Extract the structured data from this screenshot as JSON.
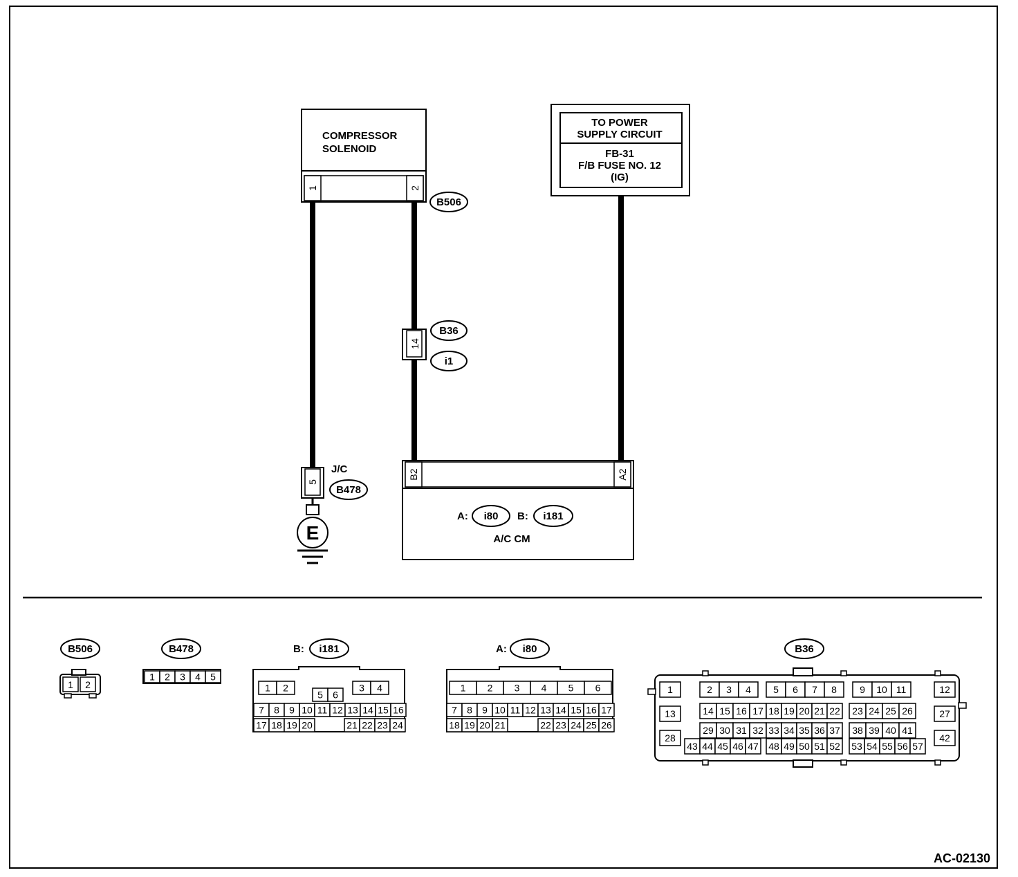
{
  "figure_id": "AC-02130",
  "compressor_solenoid": {
    "line1": "COMPRESSOR",
    "line2": "SOLENOID",
    "pin1": "1",
    "pin2": "2",
    "connector": "B506"
  },
  "power_supply": {
    "line1": "TO POWER",
    "line2": "SUPPLY CIRCUIT",
    "line3": "FB-31",
    "line4": "F/B FUSE NO. 12",
    "line5": "(IG)"
  },
  "mid_connector": {
    "pin": "14",
    "upper": "B36",
    "lower": "i1"
  },
  "joint_connector": {
    "label": "J/C",
    "pin": "5",
    "connector": "B478",
    "ground": "E"
  },
  "ac_cm": {
    "pin_b": "B2",
    "pin_a": "A2",
    "a_prefix": "A:",
    "a_conn": "i80",
    "b_prefix": "B:",
    "b_conn": "i181",
    "name": "A/C CM"
  },
  "legend": {
    "b506": {
      "tag": "B506",
      "pins": [
        "1",
        "2"
      ]
    },
    "b478": {
      "tag": "B478",
      "pins": [
        "1",
        "2",
        "3",
        "4",
        "5"
      ]
    },
    "i181": {
      "prefix": "B:",
      "tag": "i181",
      "top": [
        [
          "1",
          "2"
        ],
        [
          "5",
          "6"
        ],
        [
          "3",
          "4"
        ]
      ],
      "row2": [
        "7",
        "8",
        "9",
        "10",
        "11",
        "12",
        "13",
        "14",
        "15",
        "16"
      ],
      "row3a": [
        "17",
        "18",
        "19",
        "20"
      ],
      "row3b": [
        "21",
        "22",
        "23",
        "24"
      ]
    },
    "i80": {
      "prefix": "A:",
      "tag": "i80",
      "top": [
        "1",
        "2",
        "3",
        "4",
        "5",
        "6"
      ],
      "row2": [
        "7",
        "8",
        "9",
        "10",
        "11",
        "12",
        "13",
        "14",
        "15",
        "16",
        "17"
      ],
      "row3a": [
        "18",
        "19",
        "20",
        "21"
      ],
      "row3b": [
        "22",
        "23",
        "24",
        "25",
        "26"
      ]
    },
    "b36": {
      "tag": "B36",
      "side_left": [
        "1",
        "13",
        "28"
      ],
      "side_right": [
        "12",
        "27",
        "42"
      ],
      "g1r1": [
        "2",
        "3",
        "4"
      ],
      "g1r2": [
        "14",
        "15",
        "16",
        "17"
      ],
      "g1r3": [
        "29",
        "30",
        "31",
        "32"
      ],
      "g1r4": [
        "43",
        "44",
        "45",
        "46",
        "47"
      ],
      "g2r1": [
        "5",
        "6",
        "7",
        "8"
      ],
      "g2r2": [
        "18",
        "19",
        "20",
        "21",
        "22"
      ],
      "g2r3": [
        "33",
        "34",
        "35",
        "36",
        "37"
      ],
      "g2r4": [
        "48",
        "49",
        "50",
        "51",
        "52"
      ],
      "g3r1": [
        "9",
        "10",
        "11"
      ],
      "g3r2": [
        "23",
        "24",
        "25",
        "26"
      ],
      "g3r3": [
        "38",
        "39",
        "40",
        "41"
      ],
      "g3r4": [
        "53",
        "54",
        "55",
        "56",
        "57"
      ]
    }
  }
}
